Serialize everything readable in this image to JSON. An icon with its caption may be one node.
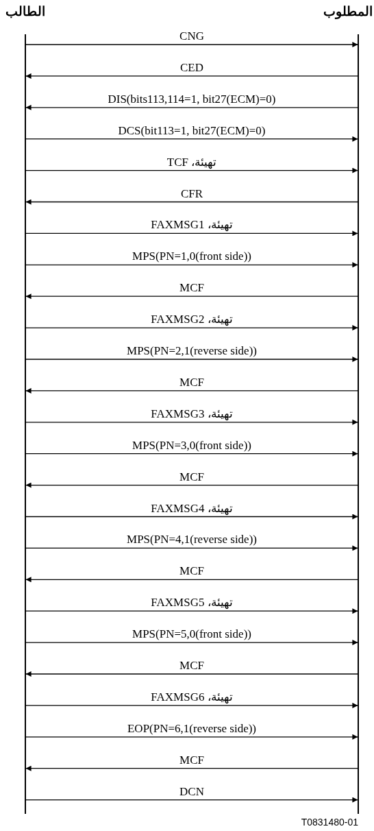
{
  "diagram": {
    "nodes": [
      {
        "text": [
          "الطالب"
        ]
      },
      {
        "text": [
          "المطلوب"
        ]
      }
    ],
    "edges": [
      {
        "from": 0,
        "to": 1,
        "arrow": "to",
        "label": "CNG"
      },
      {
        "from": 1,
        "to": 0,
        "arrow": "to",
        "label": "CED"
      },
      {
        "from": 1,
        "to": 0,
        "arrow": "to",
        "label": "DIS(bits113,114=1, bit27(ECM)=0)"
      },
      {
        "from": 0,
        "to": 1,
        "arrow": "to",
        "label": "DCS(bit113=1, bit27(ECM)=0)"
      },
      {
        "from": 0,
        "to": 1,
        "arrow": "to",
        "label": "تهيئة، TCF"
      },
      {
        "from": 1,
        "to": 0,
        "arrow": "to",
        "label": "CFR"
      },
      {
        "from": 0,
        "to": 1,
        "arrow": "to",
        "label": "تهيئة، FAXMSG1"
      },
      {
        "from": 0,
        "to": 1,
        "arrow": "to",
        "label": "MPS(PN=1,0(front side))"
      },
      {
        "from": 1,
        "to": 0,
        "arrow": "to",
        "label": "MCF"
      },
      {
        "from": 0,
        "to": 1,
        "arrow": "to",
        "label": "تهيئة، FAXMSG2"
      },
      {
        "from": 0,
        "to": 1,
        "arrow": "to",
        "label": "MPS(PN=2,1(reverse side))"
      },
      {
        "from": 1,
        "to": 0,
        "arrow": "to",
        "label": "MCF"
      },
      {
        "from": 0,
        "to": 1,
        "arrow": "to",
        "label": "تهيئة، FAXMSG3"
      },
      {
        "from": 0,
        "to": 1,
        "arrow": "to",
        "label": "MPS(PN=3,0(front side))"
      },
      {
        "from": 1,
        "to": 0,
        "arrow": "to",
        "label": "MCF"
      },
      {
        "from": 0,
        "to": 1,
        "arrow": "to",
        "label": "تهيئة، FAXMSG4"
      },
      {
        "from": 0,
        "to": 1,
        "arrow": "to",
        "label": "MPS(PN=4,1(reverse side))"
      },
      {
        "from": 1,
        "to": 0,
        "arrow": "to",
        "label": "MCF"
      },
      {
        "from": 0,
        "to": 1,
        "arrow": "to",
        "label": "تهيئة، FAXMSG5"
      },
      {
        "from": 0,
        "to": 1,
        "arrow": "to",
        "label": "MPS(PN=5,0(front side))"
      },
      {
        "from": 1,
        "to": 0,
        "arrow": "to",
        "label": "MCF"
      },
      {
        "from": 0,
        "to": 1,
        "arrow": "to",
        "label": "تهيئة، FAXMSG6"
      },
      {
        "from": 0,
        "to": 1,
        "arrow": "to",
        "label": "EOP(PN=6,1(reverse side))"
      },
      {
        "from": 1,
        "to": 0,
        "arrow": "to",
        "label": "MCF"
      },
      {
        "from": 0,
        "to": 1,
        "arrow": "to",
        "label": "DCN"
      }
    ],
    "labels": [
      "T0831480-01"
    ]
  }
}
